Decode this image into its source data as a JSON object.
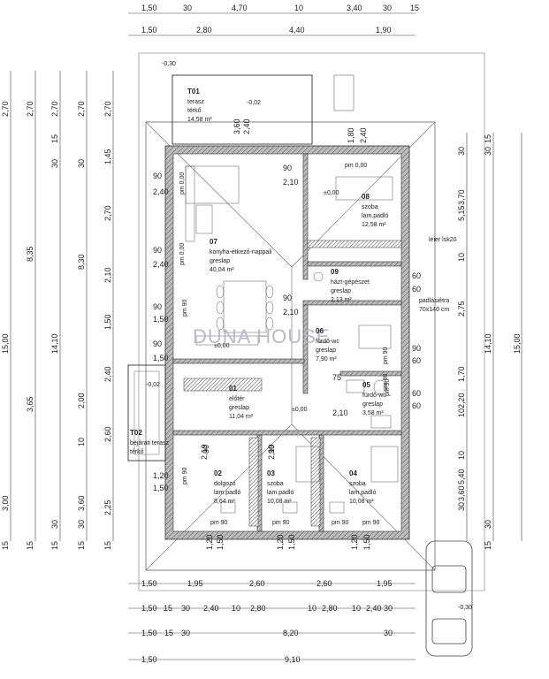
{
  "dims_top": [
    {
      "row": 1,
      "labels": [
        "1,50",
        "30",
        "4,70",
        "10",
        "3,40",
        "30",
        "15"
      ]
    },
    {
      "row": 2,
      "labels": [
        "1,50",
        "2,80",
        "4,40",
        "1,90"
      ]
    }
  ],
  "dims_bottom": [
    {
      "row": 1,
      "labels": [
        "1,50",
        "1,95",
        "2,60",
        "2,60",
        "1,95"
      ]
    },
    {
      "row": 2,
      "labels": [
        "1,50",
        "15",
        "30",
        "2,40",
        "10",
        "2,80",
        "10",
        "2,80",
        "10",
        "2,40",
        "30"
      ]
    },
    {
      "row": 3,
      "labels": [
        "1,50",
        "15",
        "30",
        "8,20",
        "30"
      ]
    },
    {
      "row": 4,
      "labels": [
        "1,50",
        "9,10"
      ]
    }
  ],
  "dims_left": [
    {
      "col": 1,
      "labels": [
        "2,70",
        "15,00",
        "3,00",
        "15"
      ]
    },
    {
      "col": 2,
      "labels": [
        "2,70",
        "8,35",
        "3,65",
        "15"
      ]
    },
    {
      "col": 3,
      "labels": [
        "2,70",
        "30",
        "15",
        "14,10",
        "30",
        "15"
      ]
    },
    {
      "col": 4,
      "labels": [
        "2,70",
        "30",
        "8,30",
        "2,00",
        "10",
        "3,60",
        "30",
        "15"
      ]
    },
    {
      "col": 5,
      "labels": [
        "2,70",
        "1,45",
        "2,70",
        "2,10",
        "1,50",
        "2,40",
        "2,60",
        "2,25",
        "15"
      ]
    }
  ],
  "dims_right": [
    {
      "col": 1,
      "labels": [
        "1,80",
        "2,40"
      ]
    },
    {
      "col": 2,
      "labels": [
        "5,15",
        "30",
        "3,70",
        "10",
        "2,75",
        "1,70",
        "10",
        "2,20",
        "10",
        "5,40",
        "3,60",
        "30"
      ]
    },
    {
      "col": 3,
      "labels": [
        "30",
        "15",
        "14,10",
        "30",
        "15"
      ]
    },
    {
      "col": 4,
      "labels": [
        "15,00"
      ]
    }
  ],
  "openings": [
    "90",
    "2,40",
    "90",
    "2,40",
    "90",
    "1,50",
    "90",
    "1,50",
    "1,20",
    "1,50",
    "90",
    "2,10",
    "90",
    "2,10",
    "60",
    "60",
    "90",
    "60",
    "60",
    "60",
    "75",
    "2,10",
    "90",
    "2,19",
    "90",
    "2,19",
    "1,20",
    "1,50",
    "1,20",
    "1,50",
    "1,20",
    "1,50",
    "3,60",
    "2,40"
  ],
  "levels": [
    "-0,30",
    "-0,02",
    "-0,02",
    "±0,00",
    "±0,00",
    "±0,00",
    "-0,30"
  ],
  "labels_pm": [
    "pm 0,00",
    "pm 0,00",
    "pm 0,00",
    "pm 90",
    "pm 90",
    "pm 90",
    "pm 90",
    "pm 90",
    "pm 90",
    "pm 90",
    "pm 90",
    "pm 90"
  ],
  "rooms": [
    {
      "num": "T01",
      "name": "terasz",
      "floor": "térkő",
      "area": "14,58 m²"
    },
    {
      "num": "07",
      "name": "konyha-étkező-nappali",
      "floor": "greslap",
      "area": "40,04 m²"
    },
    {
      "num": "08",
      "name": "szoba",
      "floor": "lam.padló",
      "area": "12,58 m²"
    },
    {
      "num": "09",
      "name": "házt-gépészet",
      "floor": "greslap",
      "area": "2,13 m²"
    },
    {
      "num": "06",
      "name": "fürdő-wc",
      "floor": "greslap",
      "area": "7,90 m²"
    },
    {
      "num": "05",
      "name": "fürdő-wc",
      "floor": "greslap",
      "area": "3,58 m²"
    },
    {
      "num": "01",
      "name": "előtér",
      "floor": "greslap",
      "area": "11,04 m²"
    },
    {
      "num": "T02",
      "name": "bejárati terasz",
      "floor": "térkő",
      "area": ""
    },
    {
      "num": "02",
      "name": "dolgozó",
      "floor": "lam.padló",
      "area": "8,64 m²"
    },
    {
      "num": "03",
      "name": "szoba",
      "floor": "lam.padló",
      "area": "10,08 m²"
    },
    {
      "num": "04",
      "name": "szoba",
      "floor": "lam.padló",
      "area": "10,08 m²"
    }
  ],
  "notes": {
    "leier": "leier lsk20",
    "padlas_1": "padlásiétra",
    "padlas_2": "70x140 cm"
  },
  "watermark": "DUNA HOUSE",
  "colors": {
    "wall": "#8c8c8c",
    "hatch": "#555555",
    "line": "#333333",
    "wm": "#b9b9c8"
  }
}
